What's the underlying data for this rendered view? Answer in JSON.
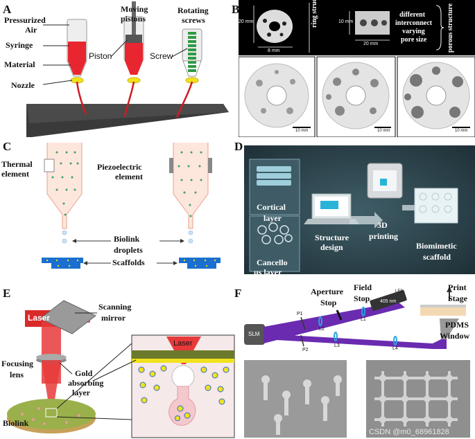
{
  "panelA": {
    "letter": "A",
    "labels": {
      "pressurized": "Pressurized",
      "air": "Air",
      "syringe": "Syringe",
      "material": "Material",
      "nozzle": "Nozzle",
      "moving": "Moving",
      "pistons": "pistons",
      "piston": "Piston",
      "rotating": "Rotating",
      "screws": "screws",
      "screw": "Screw"
    }
  },
  "panelB": {
    "letter": "B",
    "ring_label": "ring structure",
    "dim_20mm_a": "20 mm",
    "dim_8mm": "8 mm",
    "dim_10mm": "10 mm",
    "dim_20mm_b": "20 mm",
    "middle_text": [
      "different",
      "interconnect",
      "varying",
      "pore size"
    ],
    "porous_label": "porous structure",
    "scalebars": [
      "10 mm",
      "10 mm",
      "10 mm"
    ]
  },
  "panelC": {
    "letter": "C",
    "thermal": [
      "Thermal",
      "element"
    ],
    "piezo": [
      "Piezoelectric",
      "element"
    ],
    "droplets": [
      "Biolink",
      "droplets"
    ],
    "scaffolds": "Scaffolds"
  },
  "panelD": {
    "letter": "D",
    "cortical": [
      "Cortical",
      "layer"
    ],
    "cancellous": [
      "Cancello",
      "us layer"
    ],
    "structure": [
      "Structure",
      "design"
    ],
    "printing": [
      "3D",
      "printing"
    ],
    "biomimetic": [
      "Biomimetic",
      "scaffold"
    ]
  },
  "panelE": {
    "letter": "E",
    "laser": "Laser",
    "scanning": [
      "Scanning",
      "mirror"
    ],
    "focusing": [
      "Focusing",
      "lens"
    ],
    "gold": [
      "Gold",
      "absorbing",
      "layer"
    ],
    "biolink": "Biolink",
    "laser_inset": "Laser"
  },
  "panelF": {
    "letter": "F",
    "aperture": [
      "Aperture",
      "Stop"
    ],
    "field": [
      "Field",
      "Stop"
    ],
    "print": [
      "Print",
      "Stage"
    ],
    "pdms": [
      "PDMS",
      "Window"
    ],
    "led": "LED",
    "wavelength": "405 nm",
    "slm": "SLM",
    "p1": "P1",
    "p2": "P2",
    "l1": "L1",
    "l2": "L2",
    "l3": "L3",
    "l4": "L4"
  },
  "watermark": "CSDN @m0_68961828",
  "colors": {
    "red_material": "#e8262f",
    "yellow_nozzle": "#f2e21e",
    "green_screw": "#2f9a44",
    "teal_bg": "#2e4650",
    "purple_beam": "#6a2bb0",
    "blue_droplet": "#1a6fd0"
  }
}
